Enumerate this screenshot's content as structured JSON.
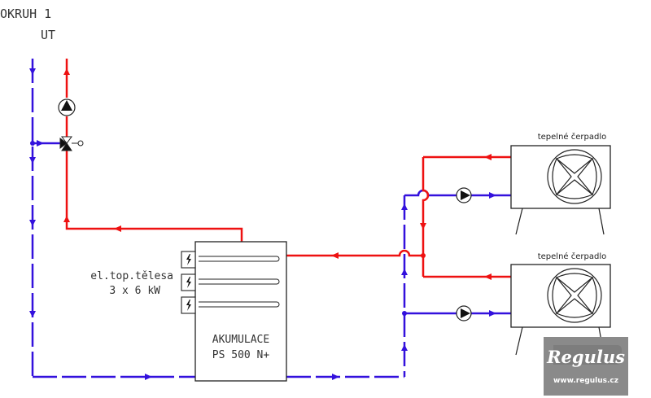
{
  "circuit": {
    "title_line1": "OKRUH 1",
    "title_line2": "UT"
  },
  "heat_pump_top": {
    "label": "tepelné čerpadlo"
  },
  "heat_pump_bottom": {
    "label": "tepelné čerpadlo"
  },
  "heaters": {
    "label_line1": "el.top.tělesa",
    "label_line2": "3 x 6 kW"
  },
  "tank": {
    "label_line1": "AKUMULACE",
    "label_line2": "PS 500 N+"
  },
  "logo": {
    "brand": "Regulus",
    "url": "www.regulus.cz"
  },
  "colors": {
    "supply": "#ee1111",
    "return": "#3311dd",
    "equipment": "#222222",
    "logo_bg": "#8a8a8a"
  }
}
